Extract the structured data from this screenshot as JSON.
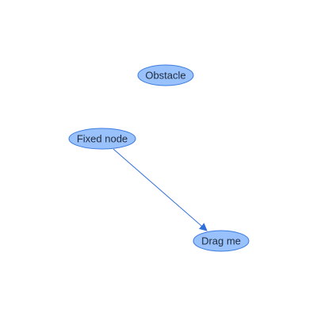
{
  "nodes": {
    "obstacle": {
      "label": "Obstacle"
    },
    "fixed": {
      "label": "Fixed node"
    },
    "drag": {
      "label": "Drag me"
    }
  },
  "edges": [
    {
      "from": "fixed",
      "to": "drag"
    }
  ],
  "colors": {
    "node_fill": "#99c1fb",
    "node_stroke": "#3b7be0",
    "edge": "#2f6fd8",
    "text": "#1f2b3d",
    "background": "#ffffff"
  }
}
